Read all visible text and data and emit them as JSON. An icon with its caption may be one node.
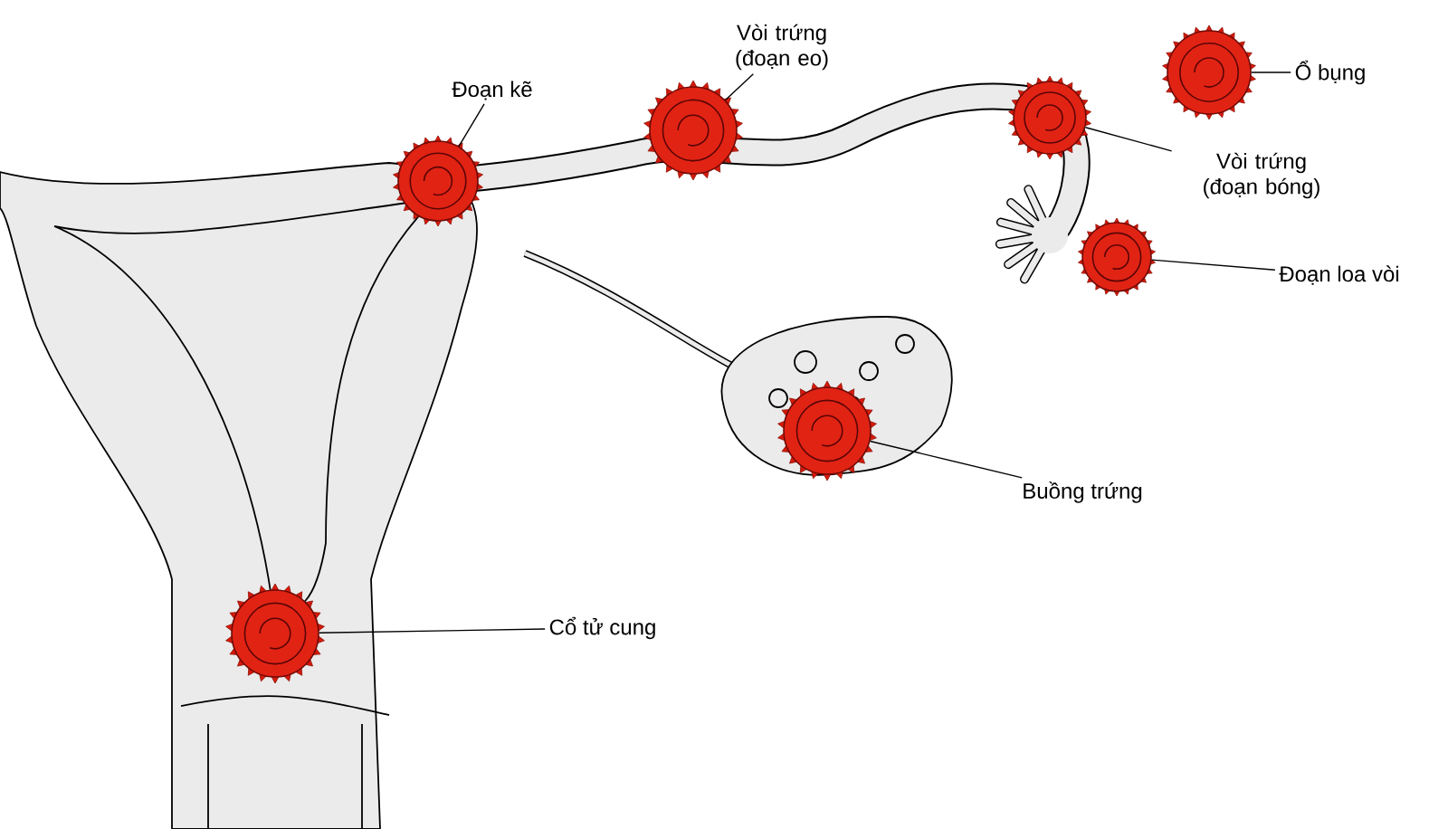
{
  "diagram": {
    "nodes": [
      {
        "text": [
          "Đoạn kẽ"
        ]
      },
      {
        "text": [],
        "shape": "picture"
      },
      {
        "text": [
          "Vòi trứng (đoạn eo)"
        ]
      },
      {
        "text": [],
        "shape": "picture"
      },
      {
        "text": [
          "Ổ bụng"
        ]
      },
      {
        "text": [],
        "shape": "picture"
      },
      {
        "text": [
          "Vòi trứng (đoạn bóng)"
        ]
      },
      {
        "text": [],
        "shape": "picture"
      },
      {
        "text": [
          "Đoạn loa vòi"
        ]
      },
      {
        "text": [],
        "shape": "picture"
      },
      {
        "text": [
          "Buồng trứng"
        ]
      },
      {
        "text": [],
        "shape": "picture"
      },
      {
        "text": [
          "Cổ tử cung"
        ]
      },
      {
        "text": [],
        "shape": "picture"
      }
    ],
    "edges": [
      {
        "from": 0,
        "to": 1,
        "arrow": "none"
      },
      {
        "from": 2,
        "to": 3,
        "arrow": "none"
      },
      {
        "from": 4,
        "to": 5,
        "arrow": "none"
      },
      {
        "from": 6,
        "to": 7,
        "arrow": "none"
      },
      {
        "from": 8,
        "to": 9,
        "arrow": "none"
      },
      {
        "from": 10,
        "to": 11,
        "arrow": "none"
      },
      {
        "from": 12,
        "to": 13,
        "arrow": "none"
      }
    ]
  }
}
